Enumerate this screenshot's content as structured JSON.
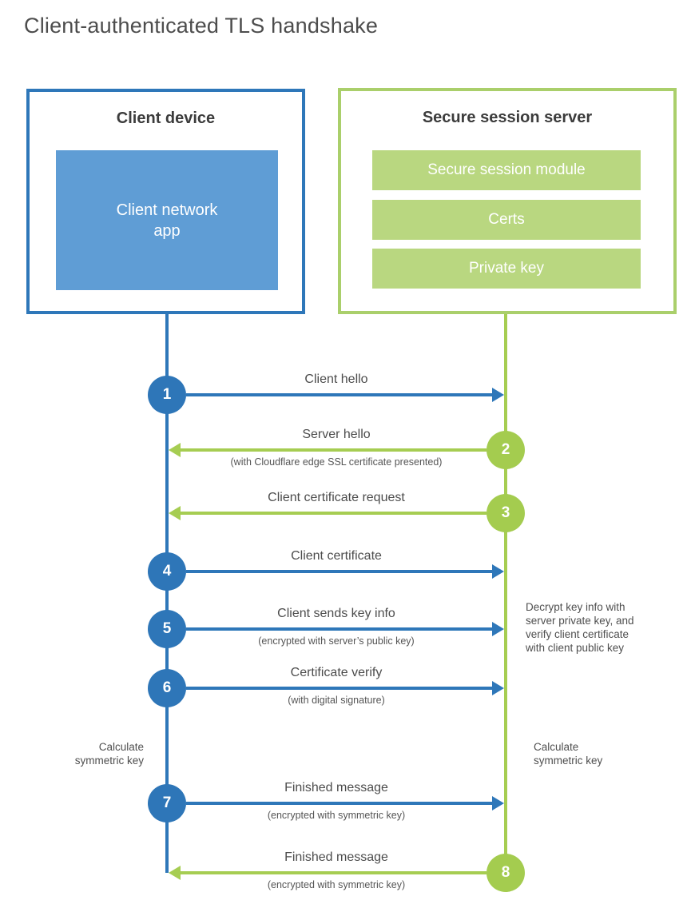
{
  "title": "Client-authenticated TLS handshake",
  "client_box": {
    "title": "Client device",
    "app_label": "Client network\napp"
  },
  "server_box": {
    "title": "Secure session server",
    "modules": [
      "Secure session module",
      "Certs",
      "Private key"
    ]
  },
  "steps": [
    {
      "num": "1",
      "label": "Client hello",
      "sub": "",
      "direction": "right",
      "color": "blue"
    },
    {
      "num": "2",
      "label": "Server hello",
      "sub": "(with Cloudflare edge SSL certificate presented)",
      "direction": "left",
      "color": "green"
    },
    {
      "num": "3",
      "label": "Client certificate request",
      "sub": "",
      "direction": "left",
      "color": "green"
    },
    {
      "num": "4",
      "label": "Client certificate",
      "sub": "",
      "direction": "right",
      "color": "blue"
    },
    {
      "num": "5",
      "label": "Client sends key info",
      "sub": "(encrypted with server’s public key)",
      "direction": "right",
      "color": "blue"
    },
    {
      "num": "6",
      "label": "Certificate verify",
      "sub": "(with digital signature)",
      "direction": "right",
      "color": "blue"
    },
    {
      "num": "7",
      "label": "Finished message",
      "sub": "(encrypted with symmetric key)",
      "direction": "right",
      "color": "blue"
    },
    {
      "num": "8",
      "label": "Finished message",
      "sub": "(encrypted with symmetric key)",
      "direction": "left",
      "color": "green"
    }
  ],
  "annotations": {
    "calculate_left": "Calculate\nsymmetric key",
    "calculate_right": "Calculate\nsymmetric key",
    "decrypt_note": "Decrypt key info with\nserver private key, and\nverify client certificate\nwith client public key"
  },
  "colors": {
    "blue_stroke": "#2e77b9",
    "blue_fill": "#5f9dd5",
    "green_stroke": "#a6cd52",
    "green_fill": "#b9d780",
    "green_border": "#aacf6b",
    "text_dark": "#3c3c3c",
    "text_gray": "#4c4c4c"
  }
}
